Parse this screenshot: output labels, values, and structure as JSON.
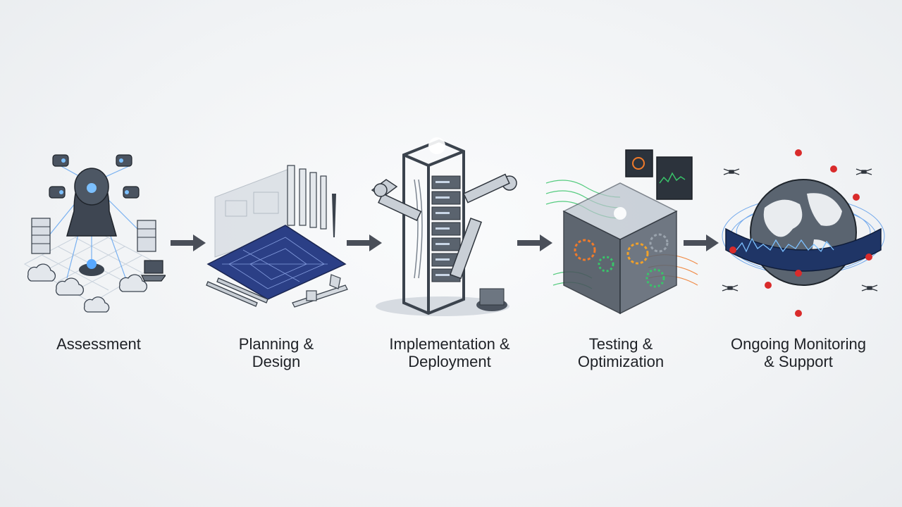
{
  "colors": {
    "accent_blue": "#3f8be8",
    "steel": "#7b8794",
    "arrow": "#4a4f59",
    "glow_green": "#39c46a",
    "glow_orange": "#f07a2a",
    "alert_red": "#d92b2b",
    "blueprint": "#2b3f86"
  },
  "steps": [
    {
      "label": "Assessment",
      "icon": "network-assessment-icon"
    },
    {
      "label": "Planning &\nDesign",
      "icon": "blueprint-tools-icon"
    },
    {
      "label": "Implementation &\nDeployment",
      "icon": "server-rack-robot-arms-icon"
    },
    {
      "label": "Testing &\nOptimization",
      "icon": "glowing-cube-gears-icon"
    },
    {
      "label": "Ongoing Monitoring\n& Support",
      "icon": "globe-drones-monitoring-icon"
    }
  ],
  "arrows": [
    "arrow-right-icon",
    "arrow-right-icon",
    "arrow-right-icon",
    "arrow-right-icon"
  ]
}
